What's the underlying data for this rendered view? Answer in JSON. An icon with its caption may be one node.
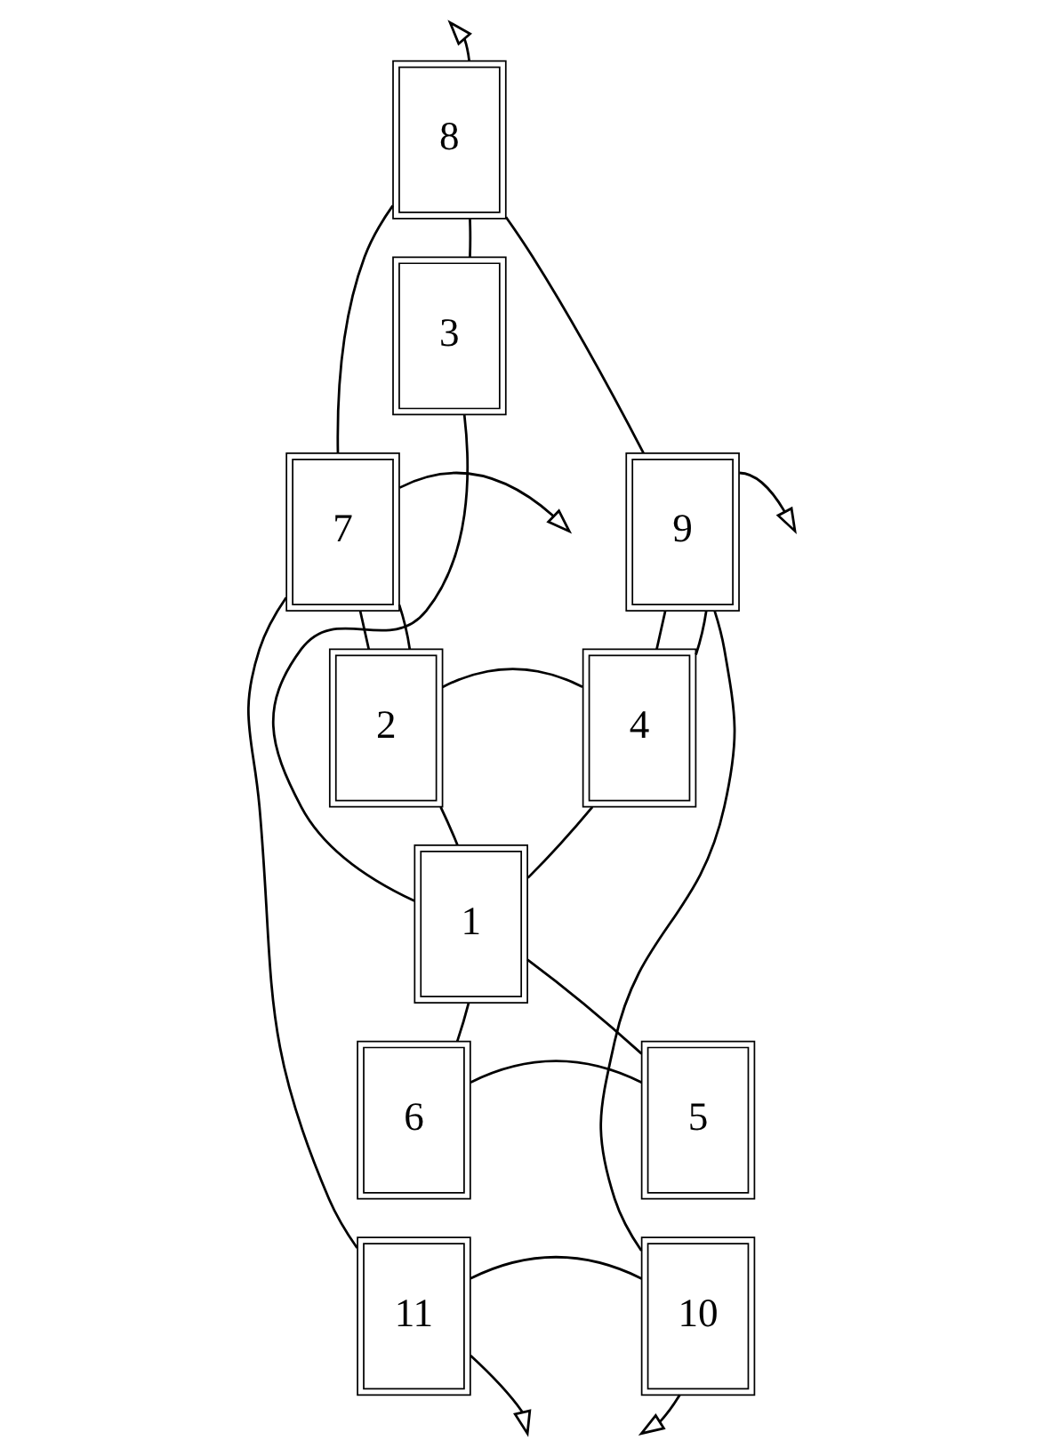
{
  "diagram": {
    "nodes": [
      {
        "text": [
          "8"
        ]
      },
      {
        "text": [
          "3"
        ]
      },
      {
        "text": [
          "7"
        ]
      },
      {
        "text": [
          "9"
        ]
      },
      {
        "text": [
          "2"
        ]
      },
      {
        "text": [
          "4"
        ]
      },
      {
        "text": [
          "1"
        ]
      },
      {
        "text": [
          "6"
        ]
      },
      {
        "text": [
          "5"
        ]
      },
      {
        "text": [
          "11"
        ]
      },
      {
        "text": [
          "10"
        ]
      }
    ],
    "edges": [
      {
        "from": 0,
        "to": null,
        "arrow": "to"
      },
      {
        "from": 0,
        "to": 1,
        "arrow": "none"
      },
      {
        "from": 0,
        "to": 2,
        "arrow": "none"
      },
      {
        "from": 0,
        "to": 3,
        "arrow": "none"
      },
      {
        "from": 1,
        "to": 6,
        "arrow": "none"
      },
      {
        "from": 2,
        "to": null,
        "arrow": "to"
      },
      {
        "from": 3,
        "to": null,
        "arrow": "to"
      },
      {
        "from": 2,
        "to": 4,
        "arrow": "none"
      },
      {
        "from": 2,
        "to": 4,
        "arrow": "none"
      },
      {
        "from": 4,
        "to": 5,
        "arrow": "none"
      },
      {
        "from": 5,
        "to": 3,
        "arrow": "none"
      },
      {
        "from": 5,
        "to": 3,
        "arrow": "none"
      },
      {
        "from": 4,
        "to": 6,
        "arrow": "none"
      },
      {
        "from": 6,
        "to": 5,
        "arrow": "none"
      },
      {
        "from": 6,
        "to": 7,
        "arrow": "none"
      },
      {
        "from": 6,
        "to": 8,
        "arrow": "none"
      },
      {
        "from": 7,
        "to": 8,
        "arrow": "none"
      },
      {
        "from": 2,
        "to": 9,
        "arrow": "none"
      },
      {
        "from": 3,
        "to": 10,
        "arrow": "none"
      },
      {
        "from": 9,
        "to": 10,
        "arrow": "none"
      },
      {
        "from": 9,
        "to": null,
        "arrow": "to"
      },
      {
        "from": 10,
        "to": null,
        "arrow": "to"
      }
    ]
  }
}
